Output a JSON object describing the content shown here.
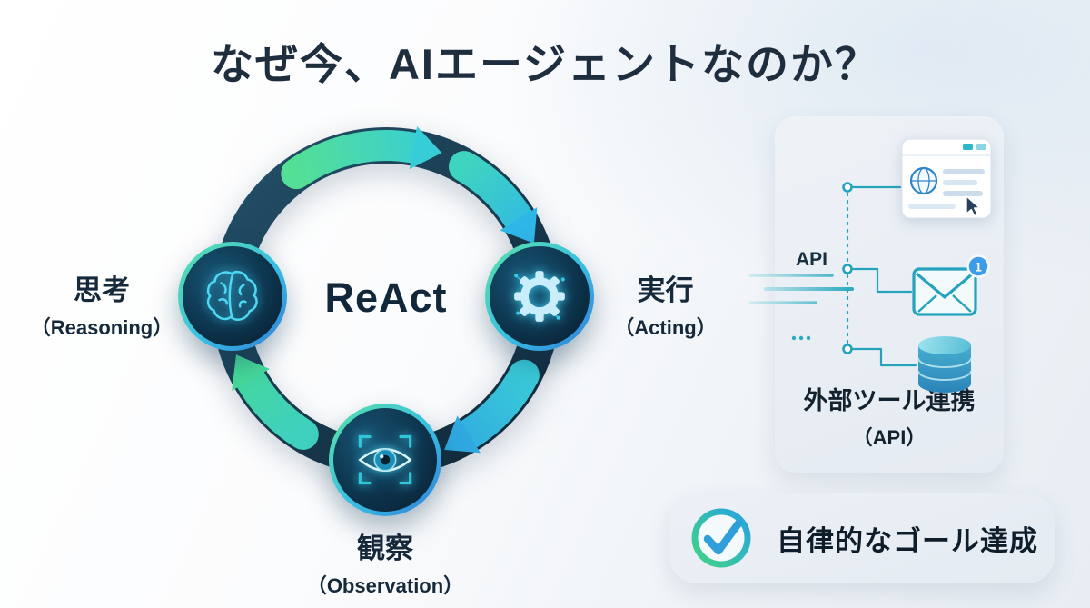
{
  "title": "なぜ今、AIエージェントなのか？",
  "cycle": {
    "center_label": "ReAct",
    "nodes": [
      {
        "label_ja": "思考",
        "label_en": "（Reasoning）",
        "icon": "brain-icon"
      },
      {
        "label_ja": "実行",
        "label_en": "（Acting）",
        "icon": "gear-icon"
      },
      {
        "label_ja": "観察",
        "label_en": "（Observation）",
        "icon": "eye-icon"
      }
    ]
  },
  "tools_panel": {
    "api_label": "API",
    "email_badge": "1",
    "caption_title": "外部ツール連携",
    "caption_sub": "（API）",
    "icons": [
      "browser-icon",
      "email-icon",
      "database-icon"
    ]
  },
  "goal_banner": {
    "label": "自律的なゴール達成",
    "icon": "check-icon"
  },
  "colors": {
    "accent_green": "#54df96",
    "accent_cyan": "#38bfe2",
    "accent_blue": "#2f7bd9",
    "ring_dark": "#16374a",
    "teal_line": "#26a3bc",
    "panel_bg": "#e9eef5",
    "title_color": "#1f2e3e"
  }
}
